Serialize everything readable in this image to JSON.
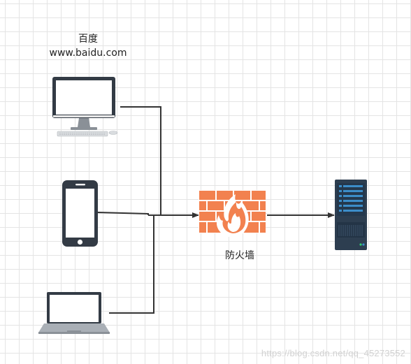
{
  "labels": {
    "site_title": "百度",
    "site_url": "www.baidu.com",
    "firewall": "防火墙"
  },
  "watermark": "https://blog.csdn.net/qq_45273552",
  "icons": [
    "desktop-computer-icon",
    "smartphone-icon",
    "laptop-icon",
    "firewall-icon",
    "server-icon"
  ],
  "colors": {
    "device_dark": "#333b45",
    "firewall": "#f2814f",
    "server": "#2d3e50",
    "server_accent": "#3c8dc9",
    "connector": "#333333"
  }
}
